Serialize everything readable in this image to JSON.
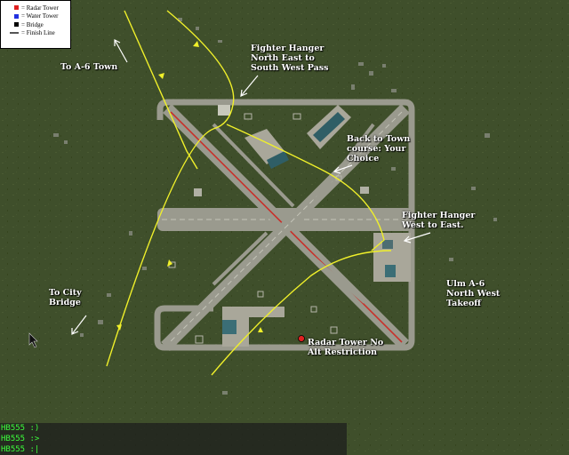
{
  "legend": {
    "items": [
      {
        "label": "= Radar Tower",
        "color": "#e02020"
      },
      {
        "label": "= Water Tower",
        "color": "#2030e0"
      },
      {
        "label": "= Bridge",
        "color": "#000000"
      },
      {
        "label": "= Finish Line",
        "color": "#555555"
      }
    ]
  },
  "annotations": {
    "to_a6_town": "To A-6 Town",
    "fighter_ne_1": "Fighter Hanger",
    "fighter_ne_2": "North East to",
    "fighter_ne_3": "South West Pass",
    "back_town_1": "Back to Town",
    "back_town_2": "course: Your",
    "back_town_3": "Choice",
    "fighter_we_1": "Fighter Hanger",
    "fighter_we_2": "West to East.",
    "ulm_1": "Ulm A-6",
    "ulm_2": "North West",
    "ulm_3": "Takeoff",
    "city_bridge_1": "To City",
    "city_bridge_2": "Bridge",
    "radar_1": "Radar Tower No",
    "radar_2": "Alt Restriction"
  },
  "chat": {
    "lines": [
      "HB555 :)",
      "HB555 :>",
      "HB555 :|"
    ]
  },
  "colors": {
    "ground": "#3f4f2b",
    "runway": "#9a9a8e",
    "route": "#f0f02a",
    "chat_text": "#3cff3c"
  }
}
